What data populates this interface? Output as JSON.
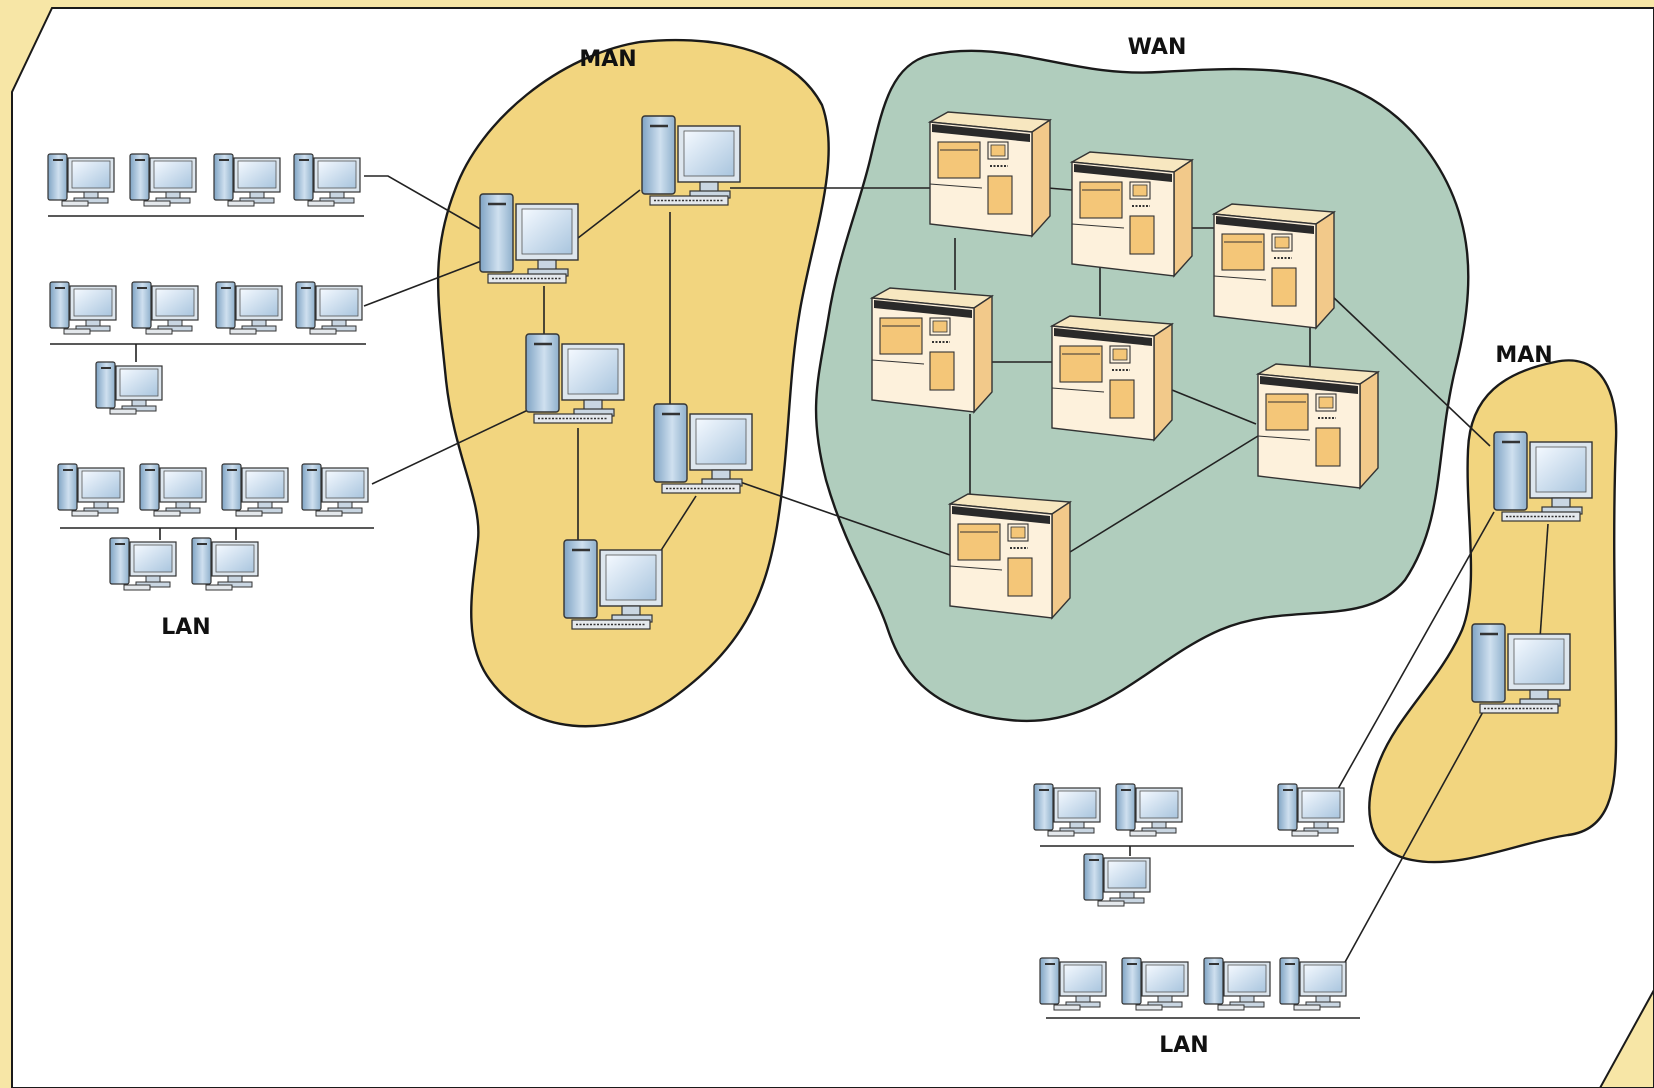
{
  "labels": {
    "man_left": "MAN",
    "wan": "WAN",
    "man_right": "MAN",
    "lan_left": "LAN",
    "lan_right": "LAN"
  },
  "colors": {
    "background": "#f7e6a6",
    "panel": "#ffffff",
    "man_region": "#f2d57f",
    "wan_region": "#b0cdbd",
    "outline": "#1a1a1a"
  },
  "icons": {
    "pc": "desktop-computer-icon",
    "server": "mainframe-server-icon"
  }
}
